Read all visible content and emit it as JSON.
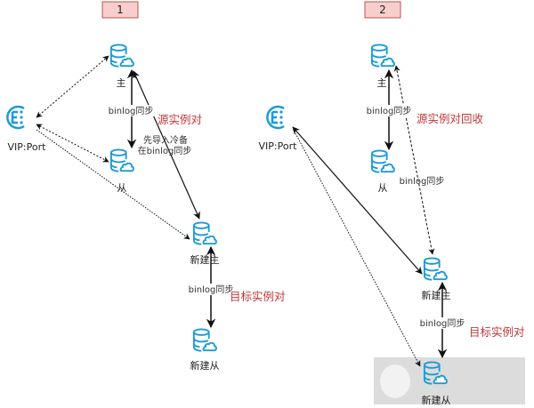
{
  "panels": [
    {
      "number": "1",
      "nodes": {
        "vip": "VIP:Port",
        "master": "主",
        "slave": "从",
        "new_master": "新建主",
        "new_slave": "新建从"
      },
      "edges": {
        "master_slave": "binlog同步",
        "master_newmaster_line1": "先导入冷备",
        "master_newmaster_line2": "在binlog同步",
        "newmaster_newslave": "binlog同步"
      },
      "groups": {
        "source": "源实例对",
        "target": "目标实例对"
      }
    },
    {
      "number": "2",
      "nodes": {
        "vip": "VIP:Port",
        "master": "主",
        "slave": "从",
        "new_master": "新建主",
        "new_slave": "新建从"
      },
      "edges": {
        "master_slave": "binlog同步",
        "master_newmaster": "binlog同步",
        "newmaster_newslave": "binlog同步"
      },
      "groups": {
        "source": "源实例对回收",
        "target": "目标实例对"
      }
    }
  ],
  "colors": {
    "icon": "#1a9bd7",
    "group_label": "#c0393b",
    "panel_fill": "#f8cecc",
    "panel_border": "#b85450"
  },
  "icons": {
    "database": "database-cloud-icon",
    "vip": "load-balancer-icon"
  }
}
